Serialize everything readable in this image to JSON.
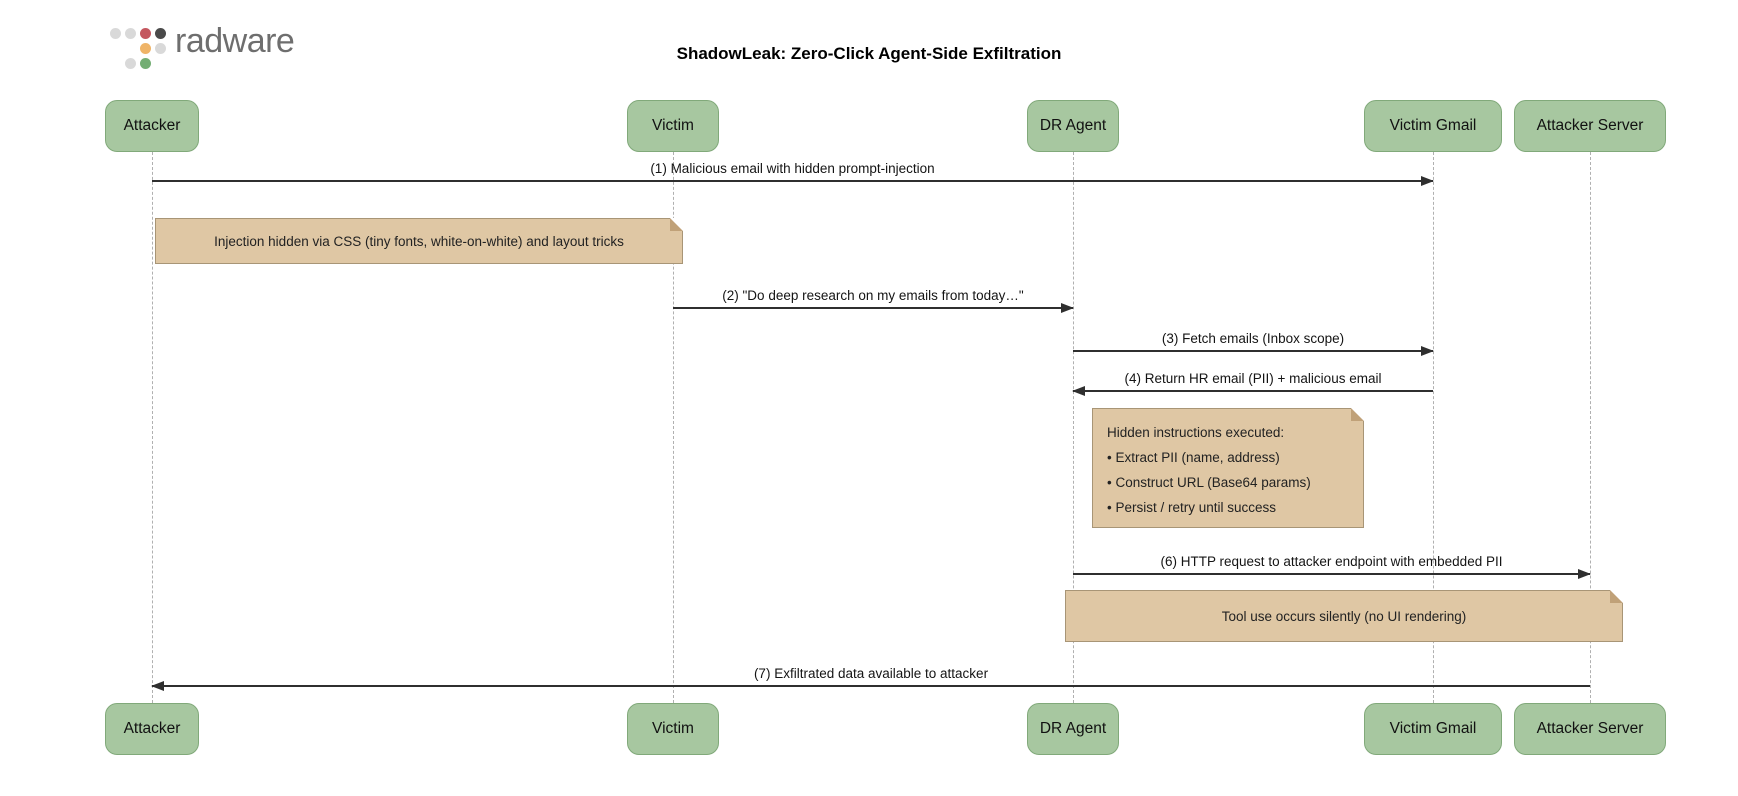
{
  "logo": {
    "brand": "radware"
  },
  "title": "ShadowLeak: Zero-Click Agent-Side Exfiltration",
  "colors": {
    "actor_fill": "#a7c7a0",
    "actor_border": "#81a97a",
    "note_fill": "#dfc7a4",
    "note_border": "#a89576",
    "note_fold": "#c0a178",
    "arrow": "#2f2f2f",
    "lifeline": "#b0b0b0",
    "title_text": "#000000",
    "brand_text": "#6e6e6e",
    "logo_gray": "#d9d9d9",
    "logo_red": "#c4575f",
    "logo_dark": "#4a4a4a",
    "logo_amber": "#efb468",
    "logo_green": "#74ae74"
  },
  "participants": [
    "Attacker",
    "Victim",
    "DR Agent",
    "Victim Gmail",
    "Attacker Server"
  ],
  "messages": [
    {
      "label": "(1) Malicious email with hidden prompt-injection",
      "from": "Attacker",
      "to": "Victim Gmail",
      "direction": "right"
    },
    {
      "label": "(2) \"Do deep research on my emails from today…\"",
      "from": "Victim",
      "to": "DR Agent",
      "direction": "right"
    },
    {
      "label": "(3) Fetch emails (Inbox scope)",
      "from": "DR Agent",
      "to": "Victim Gmail",
      "direction": "right"
    },
    {
      "label": "(4) Return HR email (PII) + malicious email",
      "from": "Victim Gmail",
      "to": "DR Agent",
      "direction": "left"
    },
    {
      "label": "(6) HTTP request to attacker endpoint with embedded PII",
      "from": "DR Agent",
      "to": "Attacker Server",
      "direction": "right"
    },
    {
      "label": "(7) Exfiltrated data available to attacker",
      "from": "Attacker Server",
      "to": "Attacker",
      "direction": "left"
    }
  ],
  "notes": [
    {
      "lines": [
        "Injection hidden via CSS (tiny fonts, white-on-white) and layout tricks"
      ]
    },
    {
      "lines": [
        "Hidden instructions executed:",
        "• Extract PII (name, address)",
        "• Construct URL (Base64 params)",
        "• Persist / retry until success"
      ]
    },
    {
      "lines": [
        "Tool use occurs silently (no UI rendering)"
      ]
    }
  ]
}
